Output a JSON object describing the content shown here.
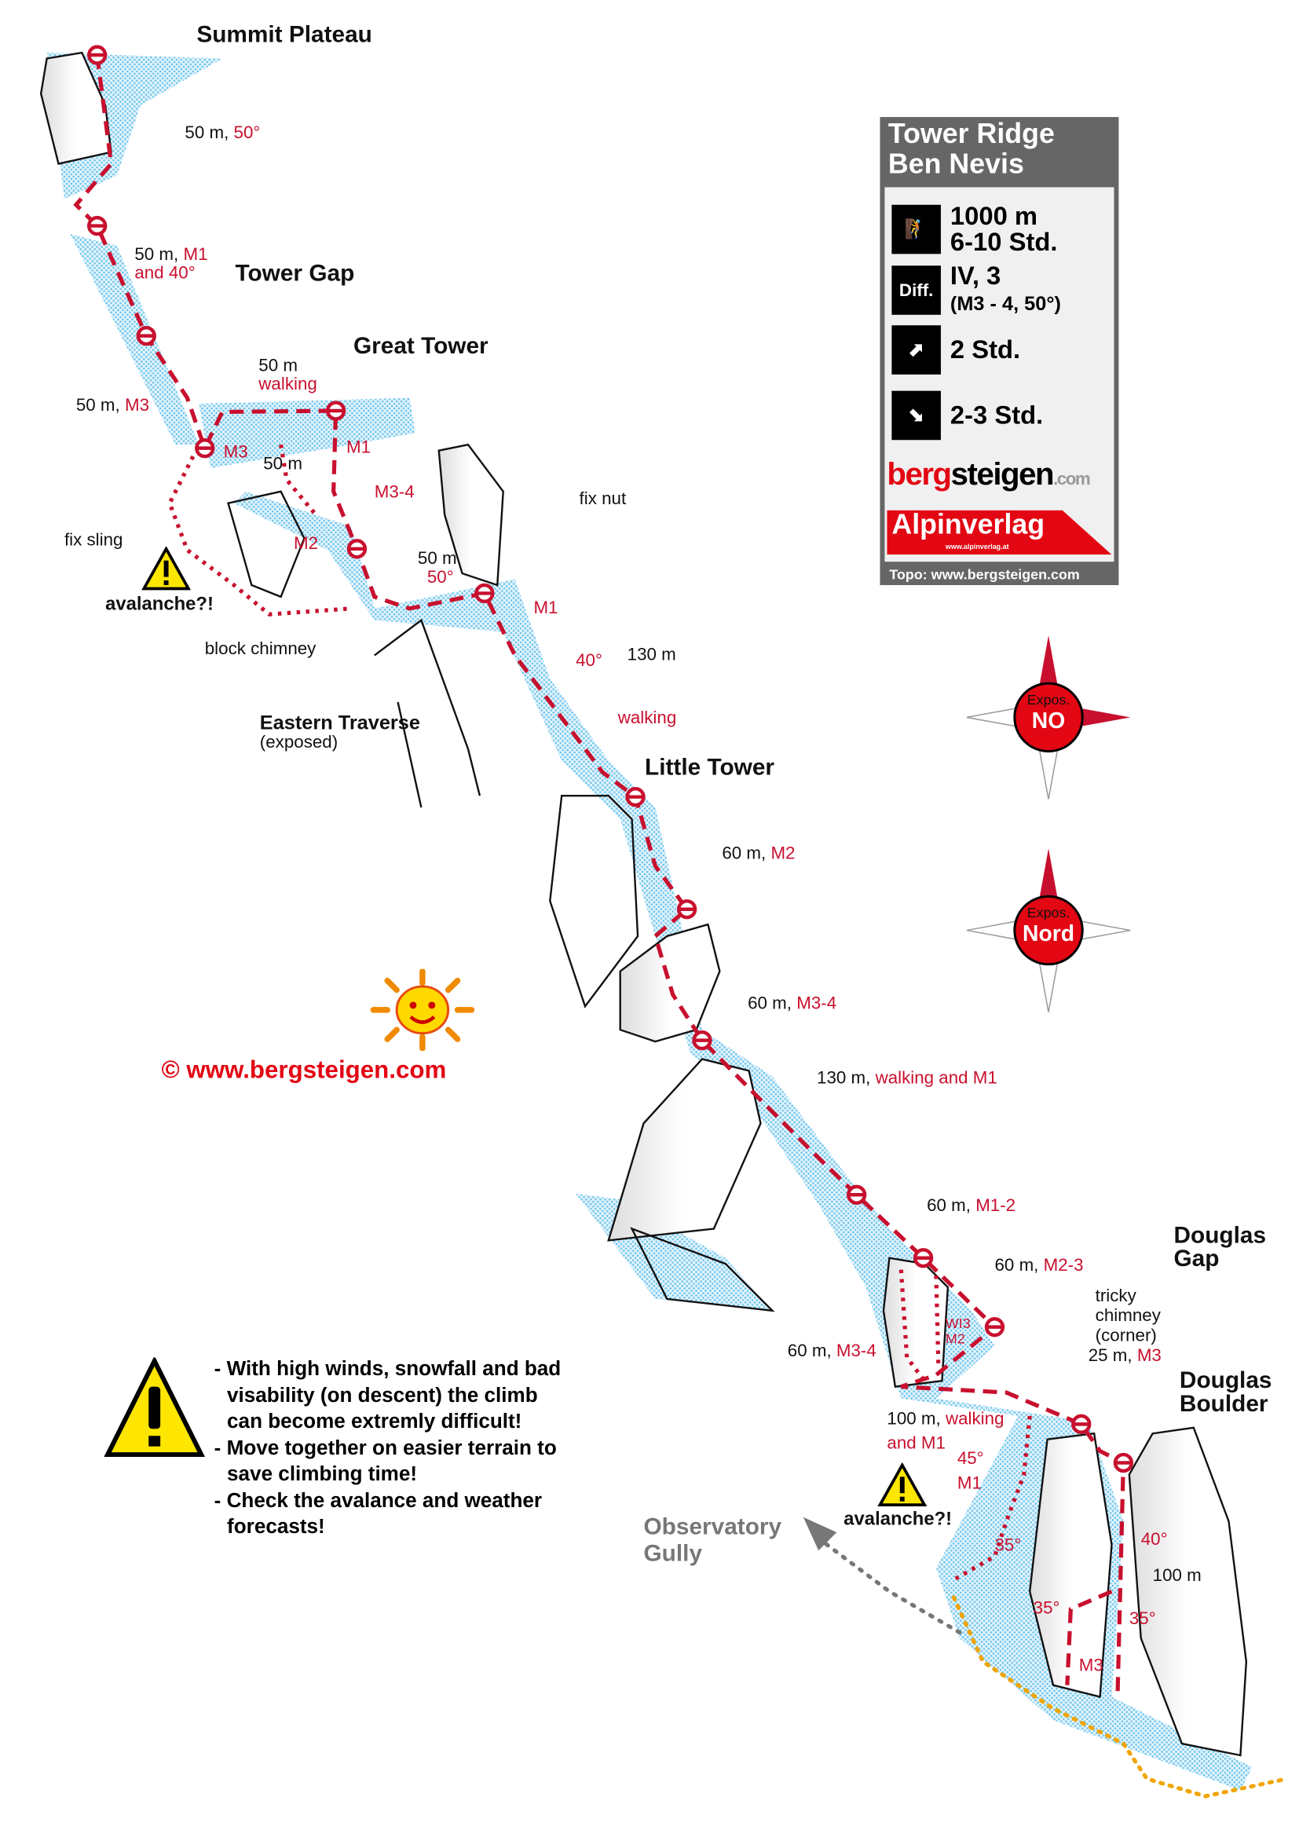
{
  "title": "Tower Ridge",
  "subtitle": "Ben Nevis",
  "info": {
    "length": "1000 m",
    "climb_time": "6-10 Std.",
    "difficulty_icon": "Diff.",
    "grade": "IV, 3",
    "grade_detail": "(M3 - 4, 50°)",
    "approach_time": "2  Std.",
    "descent_time": "2-3 Std.",
    "logo1_red": "berg",
    "logo1_black": "steigen",
    "logo1_suffix": ".com",
    "logo2": "Alpinverlag",
    "logo2_url": "www.alpinverlag.at",
    "footer": "Topo: www.bergsteigen.com"
  },
  "compass": [
    {
      "label": "Expos.",
      "value": "NO",
      "direction": "north-east"
    },
    {
      "label": "Expos.",
      "value": "Nord",
      "direction": "north"
    }
  ],
  "copyright": "©  www.bergsteigen.com",
  "features": {
    "summit": "Summit Plateau",
    "tower_gap": "Tower Gap",
    "great_tower": "Great Tower",
    "little_tower": "Little Tower",
    "douglas_gap": "Douglas Gap",
    "douglas_boulder": "Douglas Boulder",
    "observatory_gully": "Observatory Gully",
    "eastern_traverse": "Eastern Traverse",
    "exposed": "(exposed)"
  },
  "notes": {
    "fix_nut": "fix nut",
    "fix_sling": "fix sling",
    "block_chimney": "block chimney",
    "tricky": "tricky",
    "chimney": "chimney",
    "corner": "(corner)",
    "avalanche": "avalanche?!"
  },
  "pitches": [
    {
      "len": "50 m,",
      "grade": "50°"
    },
    {
      "len": "50 m,",
      "grade": "M1",
      "extra": "and 40°"
    },
    {
      "len": "50 m,",
      "grade": "M3"
    },
    {
      "len": "50 m",
      "grade": "walking"
    },
    {
      "len": "50 m",
      "grade": "M3-4"
    },
    {
      "len": "50 m",
      "grade": "50°"
    },
    {
      "len": "130 m",
      "grade": "40°",
      "extra": "walking"
    },
    {
      "len": "60 m,",
      "grade": "M2"
    },
    {
      "len": "60 m,",
      "grade": "M3-4"
    },
    {
      "len": "130 m,",
      "grade": "walking and M1"
    },
    {
      "len": "60 m,",
      "grade": "M1-2"
    },
    {
      "len": "60 m,",
      "grade": "M2-3"
    },
    {
      "len": "60 m,",
      "grade": "M3-4"
    },
    {
      "len": "25 m,",
      "grade": "M3"
    },
    {
      "len": "100 m,",
      "grade": "walking",
      "extra": "and M1"
    },
    {
      "len": "100 m",
      "grade": "40°"
    }
  ],
  "grades": {
    "m3": "M3",
    "m1": "M1",
    "m2": "M2",
    "m1b": "M1",
    "wi3": "WI3",
    "m2b": "M2",
    "a45": "45°",
    "m1c": "M1",
    "a35a": "35°",
    "a35b": "35°",
    "a35c": "35°",
    "m3b": "M3"
  },
  "warnings": [
    "- With high winds, snowfall and bad",
    "  visability (on descent) the climb",
    "  can become extremly difficult!",
    "- Move together on easier terrain to",
    "  save climbing time!",
    "- Check the avalance and weather",
    "  forecasts!"
  ],
  "colors": {
    "route": "#c8102e",
    "snow": "#6cc4ec",
    "rock": "#e8e8e8",
    "infobox": "#666666",
    "warning": "#ffe600",
    "descent": "#f0a500"
  }
}
